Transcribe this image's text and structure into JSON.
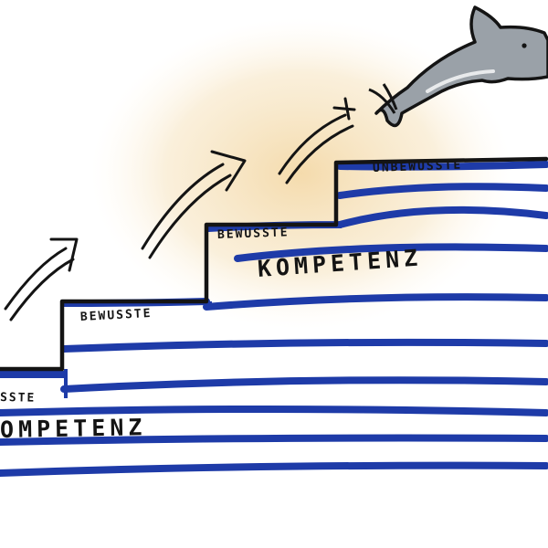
{
  "labels": {
    "step1_partial": "SSTE",
    "step2": "BEWUSSTE",
    "step3": "BEWUSSTE",
    "step4": "UNBEWUSSTE",
    "kompetenz_upper": "KOMPETENZ",
    "kompetenz_lower_partial": "OMPETENZ"
  },
  "colors": {
    "stripe_blue": "#1e3ba8",
    "outline_black": "#141414",
    "glow_orange": "#f4d9a8",
    "dolphin_grey": "#9aa1a8"
  },
  "icons": {
    "arrows": "curved-up-arrow-icon",
    "mascot": "dolphin-icon"
  }
}
